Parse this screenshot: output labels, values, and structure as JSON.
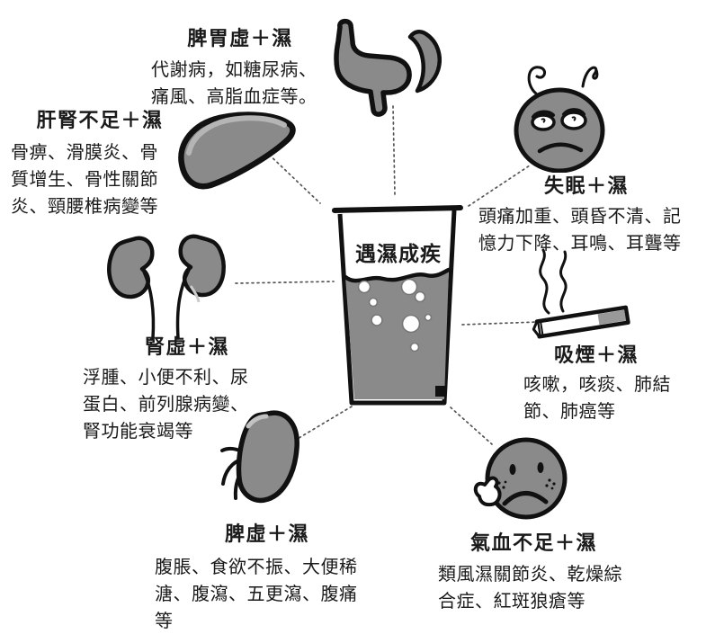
{
  "center": {
    "title": "遇濕成疾"
  },
  "nodes": [
    {
      "id": "spleen-stomach",
      "heading": "脾胃虛＋濕",
      "body": "代謝病，如糖尿病、痛風、高脂血症等。",
      "icon": "stomach-spleen-icon"
    },
    {
      "id": "liver-kidney",
      "heading": "肝腎不足＋濕",
      "body": "骨痹、滑膜炎、骨質增生、骨性關節炎、頸腰椎病變等",
      "icon": "liver-icon"
    },
    {
      "id": "kidney-deficiency",
      "heading": "腎虛＋濕",
      "body": "浮腫、小便不利、尿蛋白、前列腺病變、腎功能衰竭等",
      "icon": "kidneys-icon"
    },
    {
      "id": "spleen-deficiency",
      "heading": "脾虛＋濕",
      "body": "腹脹、食欲不振、大便稀溏、腹瀉、五更瀉、腹痛等",
      "icon": "spleen-icon"
    },
    {
      "id": "insomnia",
      "heading": "失眠＋濕",
      "body": "頭痛加重、頭昏不清、記憶力下降、耳鳴、耳聾等",
      "icon": "sleepless-face-icon"
    },
    {
      "id": "smoking",
      "heading": "吸煙＋濕",
      "body": "咳嗽，咳痰、肺結節、肺癌等",
      "icon": "cigarette-icon"
    },
    {
      "id": "qi-blood-deficiency",
      "heading": "氣血不足＋濕",
      "body": "類風濕關節炎、乾燥綜合症、紅斑狼瘡等",
      "icon": "sad-face-icon"
    }
  ],
  "colors": {
    "organ_fill": "#8a8a8a",
    "outline": "#1a1a1a",
    "water_fill": "#8a8a8a",
    "connector": "#555555",
    "background": "#ffffff",
    "text": "#1a1a1a"
  }
}
